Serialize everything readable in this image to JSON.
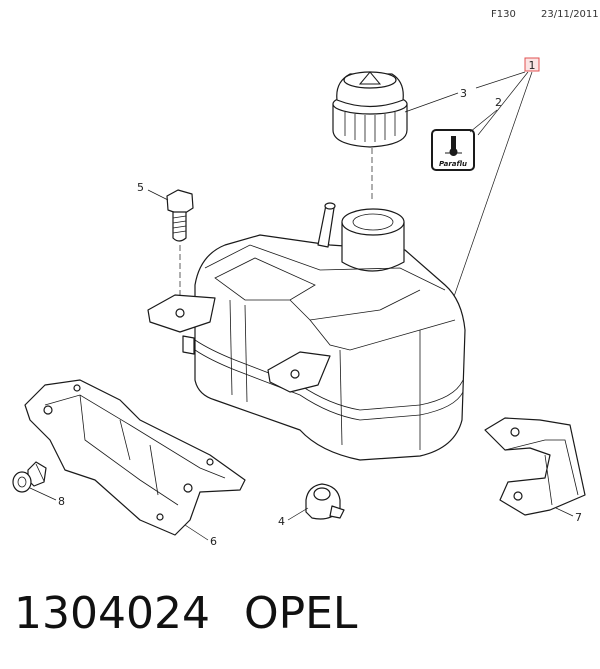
{
  "header": {
    "code": "F130",
    "date": "23/11/2011"
  },
  "diagram": {
    "highlight_callout": "1",
    "highlight_color": "#e05050",
    "callouts": {
      "c2": "2",
      "c3": "3",
      "c4": "4",
      "c5": "5",
      "c6": "6",
      "c7": "7",
      "c8": "8"
    },
    "label_text": "Paraflu"
  },
  "footer": {
    "part_number": "1304024",
    "brand": "OPEL"
  }
}
